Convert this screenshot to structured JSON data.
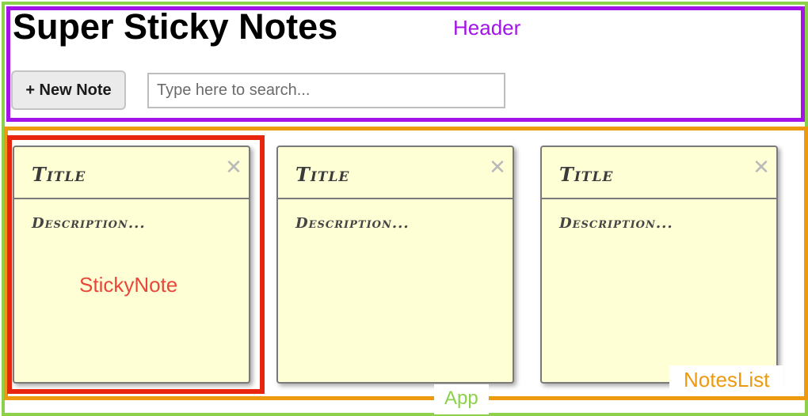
{
  "header": {
    "title": "Super Sticky Notes",
    "new_note_label": "+ New Note",
    "search_placeholder": "Type here to search..."
  },
  "notes": [
    {
      "title": "Title",
      "description": "Description...",
      "close": "✕"
    },
    {
      "title": "Title",
      "description": "Description...",
      "close": "✕"
    },
    {
      "title": "Title",
      "description": "Description...",
      "close": "✕"
    }
  ],
  "annotations": {
    "app": "App",
    "header": "Header",
    "notes_list": "NotesList",
    "sticky_note": "StickyNote"
  },
  "colors": {
    "app": "#8dd04a",
    "header": "#a313e8",
    "notes_list": "#ee9a10",
    "sticky_note": "#e8250e",
    "note_background": "#ffffd6"
  }
}
